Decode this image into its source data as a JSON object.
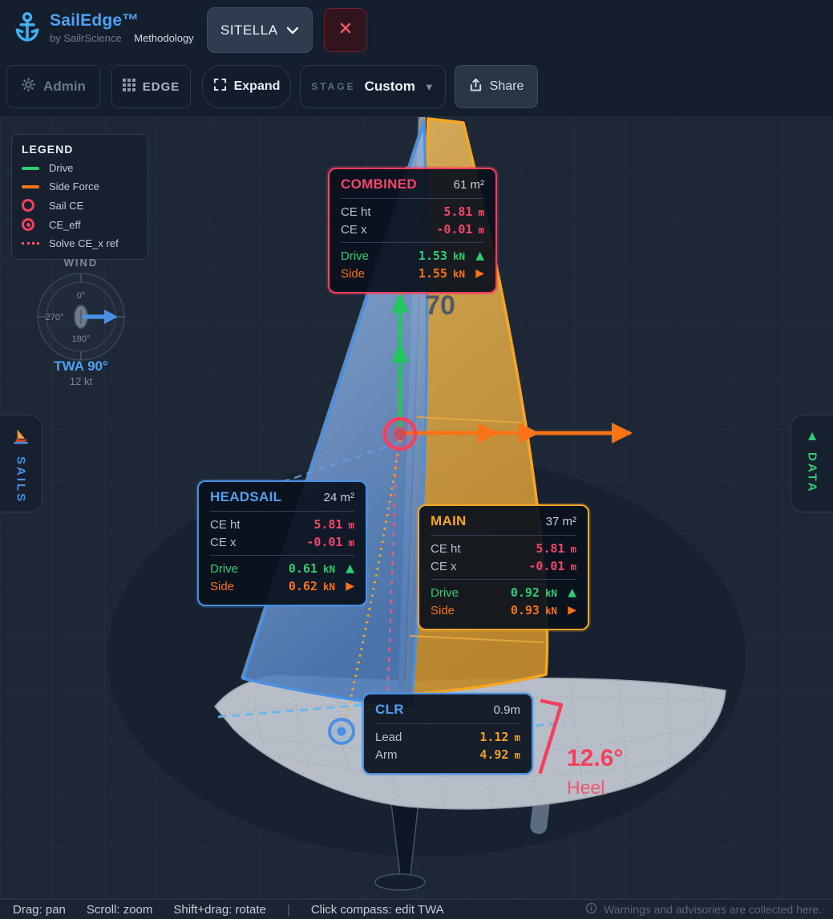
{
  "header": {
    "app": "SailEdge™",
    "byline": "by SailrScience",
    "methodology": "Methodology",
    "boat": "SITELLA"
  },
  "toolbar": {
    "admin": "Admin",
    "edge": "EDGE",
    "expand": "Expand",
    "stage_label": "STAGE",
    "stage_value": "Custom",
    "share": "Share"
  },
  "legend": {
    "title": "LEGEND",
    "items": [
      {
        "label": "Drive",
        "type": "line",
        "color": "#2ecc71"
      },
      {
        "label": "Side Force",
        "type": "line",
        "color": "#f97316"
      },
      {
        "label": "Sail CE",
        "type": "ring",
        "color": "#f43f5e"
      },
      {
        "label": "CE_eff",
        "type": "ring-dot",
        "color": "#f43f5e"
      },
      {
        "label": "Solve CE_x ref",
        "type": "dotted",
        "color": "#f43f5e"
      }
    ]
  },
  "wind": {
    "title": "WIND",
    "tick_n": "0°",
    "tick_w": "270°",
    "tick_s": "180°",
    "twa": "TWA 90°",
    "speed": "12 kt"
  },
  "side_tabs": {
    "sails": "SAILS",
    "data": "DATA"
  },
  "scene": {
    "sail_angle": "70",
    "heel_value": "12.6°",
    "heel_label": "Heel"
  },
  "panels": {
    "combined": {
      "title": "COMBINED",
      "area": "61 m²",
      "ce_ht_label": "CE ht",
      "ce_ht": "5.81",
      "ce_ht_unit": "m",
      "ce_x_label": "CE x",
      "ce_x": "-0.01",
      "ce_x_unit": "m",
      "drive_label": "Drive",
      "drive": "1.53",
      "drive_unit": "kN",
      "side_label": "Side",
      "side": "1.55",
      "side_unit": "kN"
    },
    "headsail": {
      "title": "HEADSAIL",
      "area": "24 m²",
      "ce_ht_label": "CE ht",
      "ce_ht": "5.81",
      "ce_ht_unit": "m",
      "ce_x_label": "CE x",
      "ce_x": "-0.01",
      "ce_x_unit": "m",
      "drive_label": "Drive",
      "drive": "0.61",
      "drive_unit": "kN",
      "side_label": "Side",
      "side": "0.62",
      "side_unit": "kN"
    },
    "main": {
      "title": "MAIN",
      "area": "37 m²",
      "ce_ht_label": "CE ht",
      "ce_ht": "5.81",
      "ce_ht_unit": "m",
      "ce_x_label": "CE x",
      "ce_x": "-0.01",
      "ce_x_unit": "m",
      "drive_label": "Drive",
      "drive": "0.92",
      "drive_unit": "kN",
      "side_label": "Side",
      "side": "0.93",
      "side_unit": "kN"
    },
    "clr": {
      "title": "CLR",
      "area": "0.9m",
      "lead_label": "Lead",
      "lead": "1.12",
      "lead_unit": "m",
      "arm_label": "Arm",
      "arm": "4.92",
      "arm_unit": "m"
    }
  },
  "statusbar": {
    "drag": "Drag: pan",
    "scroll": "Scroll: zoom",
    "shift": "Shift+drag: rotate",
    "sep": "|",
    "compass": "Click compass: edit TWA",
    "warnings": "Warnings and advisories are collected here."
  },
  "colors": {
    "drive": "#2ecc71",
    "side_force": "#f97316",
    "sail_ce": "#f43f5e",
    "headsail_accent": "#4a90e2",
    "main_accent": "#f5a623",
    "clr_value": "#f0a030",
    "heel": "#f43f5e",
    "brand_blue": "#4da3f5"
  },
  "icons": {
    "triangle_up": "▲",
    "triangle_right": "▶",
    "caret_down": "▼"
  }
}
